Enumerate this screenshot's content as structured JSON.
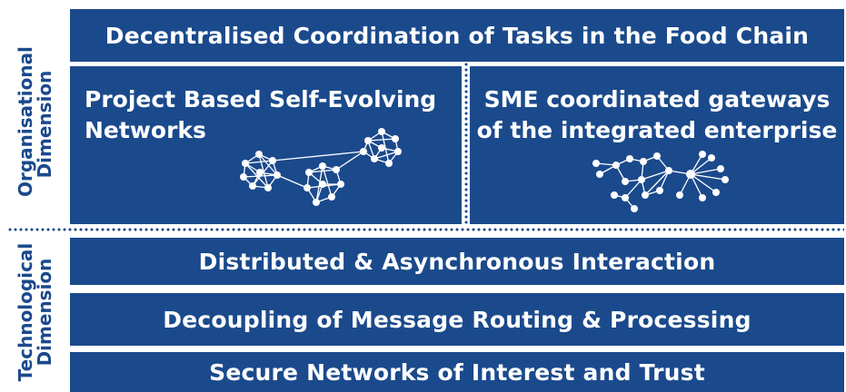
{
  "dimensions": {
    "organisational": [
      "Organisational",
      "Dimension"
    ],
    "technological": [
      "Technological",
      "Dimension"
    ]
  },
  "organisational": {
    "top_bar": "Decentralised Coordination of Tasks in the Food Chain",
    "left_panel": [
      "Project Based Self-Evolving",
      "Networks"
    ],
    "right_panel": [
      "SME coordinated gateways",
      "of the integrated enterprise"
    ]
  },
  "technological": {
    "bars": [
      "Distributed & Asynchronous Interaction",
      "Decoupling of Message Routing & Processing",
      "Secure Networks of Interest and Trust"
    ]
  },
  "colors": {
    "primary": "#1b4a8c",
    "text_on_primary": "#ffffff"
  },
  "icons": {
    "left_panel": "clustered-network-icon",
    "right_panel": "hub-network-icon"
  }
}
